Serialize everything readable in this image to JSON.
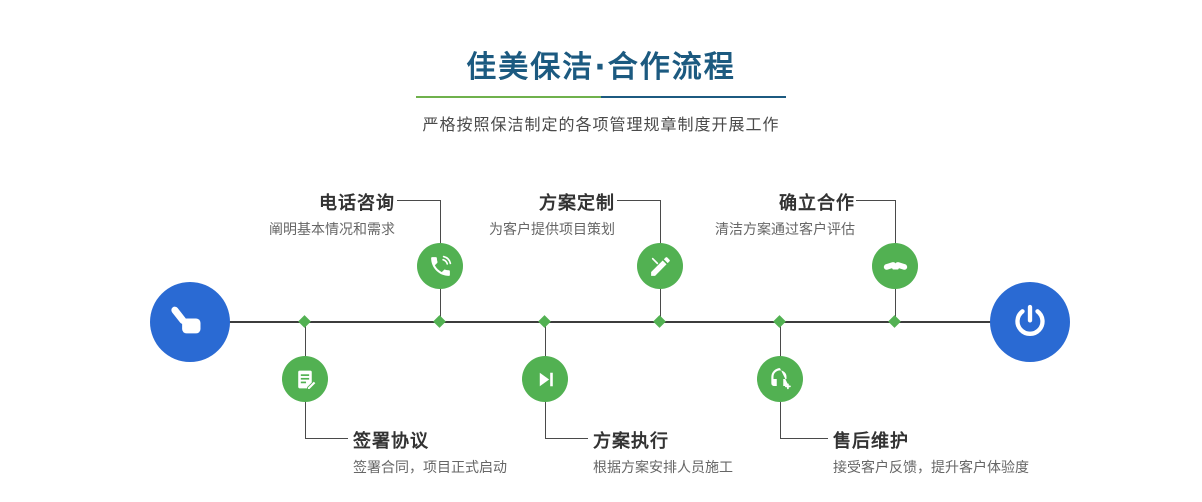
{
  "header": {
    "title": "佳美保洁·合作流程",
    "subtitle": "严格按照保洁制定的各项管理规章制度开展工作"
  },
  "steps_top": [
    {
      "title": "电话咨询",
      "desc": "阐明基本情况和需求",
      "icon": "phone-icon"
    },
    {
      "title": "方案定制",
      "desc": "为客户提供项目策划",
      "icon": "design-icon"
    },
    {
      "title": "确立合作",
      "desc": "清洁方案通过客户评估",
      "icon": "handshake-icon"
    }
  ],
  "steps_bottom": [
    {
      "title": "签署协议",
      "desc": "签署合同，项目正式启动",
      "icon": "document-icon"
    },
    {
      "title": "方案执行",
      "desc": "根据方案安排人员施工",
      "icon": "play-icon"
    },
    {
      "title": "售后维护",
      "desc": "接受客户反馈，提升客户体验度",
      "icon": "headset-icon"
    }
  ],
  "endpoints": {
    "start_icon": "hand-pointing-icon",
    "end_icon": "power-icon"
  },
  "colors": {
    "title": "#1c5a80",
    "accent_green": "#52b152",
    "accent_blue": "#2a6ad3",
    "underline_green": "#6fb14c",
    "underline_blue": "#1c5a80",
    "timeline": "#3c3c3c"
  }
}
